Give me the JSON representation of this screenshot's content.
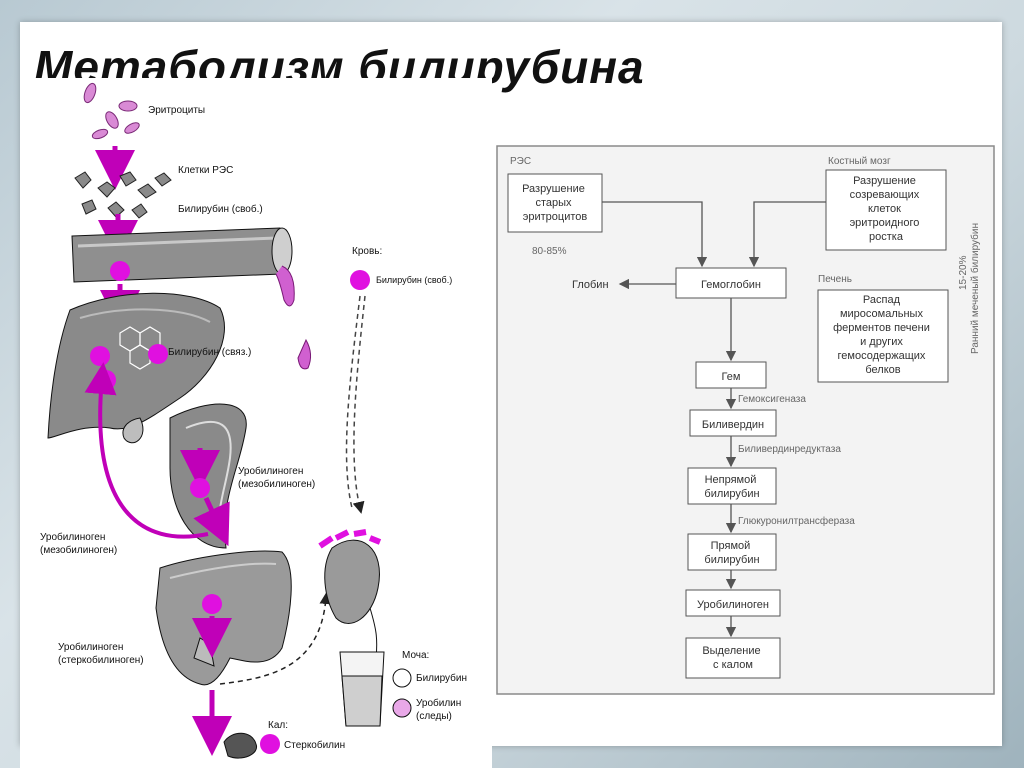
{
  "title": "Метаболизм билирубина",
  "left_panel": {
    "erythrocytes": "Эритроциты",
    "res_cells": "Клетки РЭС",
    "bilirubin_free": "Билирубин (своб.)",
    "blood": "Кровь:",
    "blood_bilirubin_free": "Билирубин (своб.)",
    "bilirubin_bound": "Билирубин (связ.)",
    "urobilinogen_meso": "Уробилиноген",
    "urobilinogen_meso_sub": "(мезобилиноген)",
    "urobilinogen_left": "Уробилиноген",
    "urobilinogen_left_sub": "(мезобилиноген)",
    "urobilinogen_sterco": "Уробилиноген",
    "urobilinogen_sterco_sub": "(стеркобилиноген)",
    "urine": "Моча:",
    "urine_bilirubin": "Билирубин",
    "urine_urobilin": "Уробилин",
    "urine_urobilin_sub": "(следы)",
    "feces": "Кал:",
    "stercobilin": "Стеркобилин"
  },
  "flowchart": {
    "res_label": "РЭС",
    "res_box": [
      "Разрушение",
      "старых",
      "эритроцитов"
    ],
    "percent_80": "80-85%",
    "bone_marrow_label": "Костный мозг",
    "bone_marrow_box": [
      "Разрушение",
      "созревающих",
      "клеток",
      "эритроидного",
      "ростка"
    ],
    "globin": "Глобин",
    "hemoglobin": "Гемоглобин",
    "liver_label": "Печень",
    "liver_box": [
      "Распад",
      "миросомальных",
      "ферментов печени",
      "и других",
      "гемосодержащих",
      "белков"
    ],
    "side_percent": "15-20%",
    "side_text": "Ранний меченый билирубин",
    "heme": "Гем",
    "enzyme1": "Гемоксигеназа",
    "biliverdin": "Биливердин",
    "enzyme2": "Биливердинредуктаза",
    "indirect": [
      "Непрямой",
      "билирубин"
    ],
    "enzyme3": "Глюкуронилтрансфераза",
    "direct": [
      "Прямой",
      "билирубин"
    ],
    "urobilinogen": "Уробилиноген",
    "excretion": [
      "Выделение",
      "с калом"
    ]
  },
  "colors": {
    "accent": "#e010e0",
    "arrow": "#c000b8",
    "flow_bg": "#f3f3f3",
    "border": "#8a8a8a"
  }
}
